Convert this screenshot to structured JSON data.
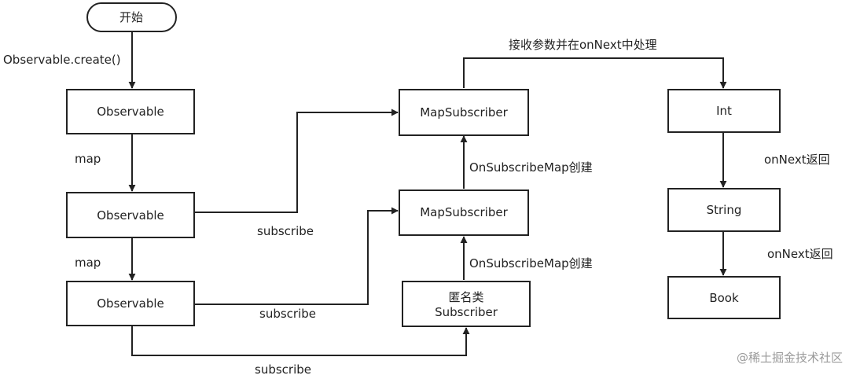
{
  "diagram": {
    "nodes": {
      "start": "开始",
      "obs1": "Observable",
      "obs2": "Observable",
      "obs3": "Observable",
      "map_sub_top": "MapSubscriber",
      "map_sub_mid": "MapSubscriber",
      "anon_sub_line1": "匿名类",
      "anon_sub_line2": "Subscriber",
      "int": "Int",
      "string": "String",
      "book": "Book"
    },
    "edges": {
      "create": "Observable.create()",
      "map1": "map",
      "map2": "map",
      "subscribe1": "subscribe",
      "subscribe2": "subscribe",
      "subscribe3": "subscribe",
      "on_subscribe_map1": "OnSubscribeMap创建",
      "on_subscribe_map2": "OnSubscribeMap创建",
      "receive_params": "接收参数并在onNext中处理",
      "on_next_return1": "onNext返回",
      "on_next_return2": "onNext返回"
    },
    "watermark": "@稀土掘金技术社区"
  }
}
